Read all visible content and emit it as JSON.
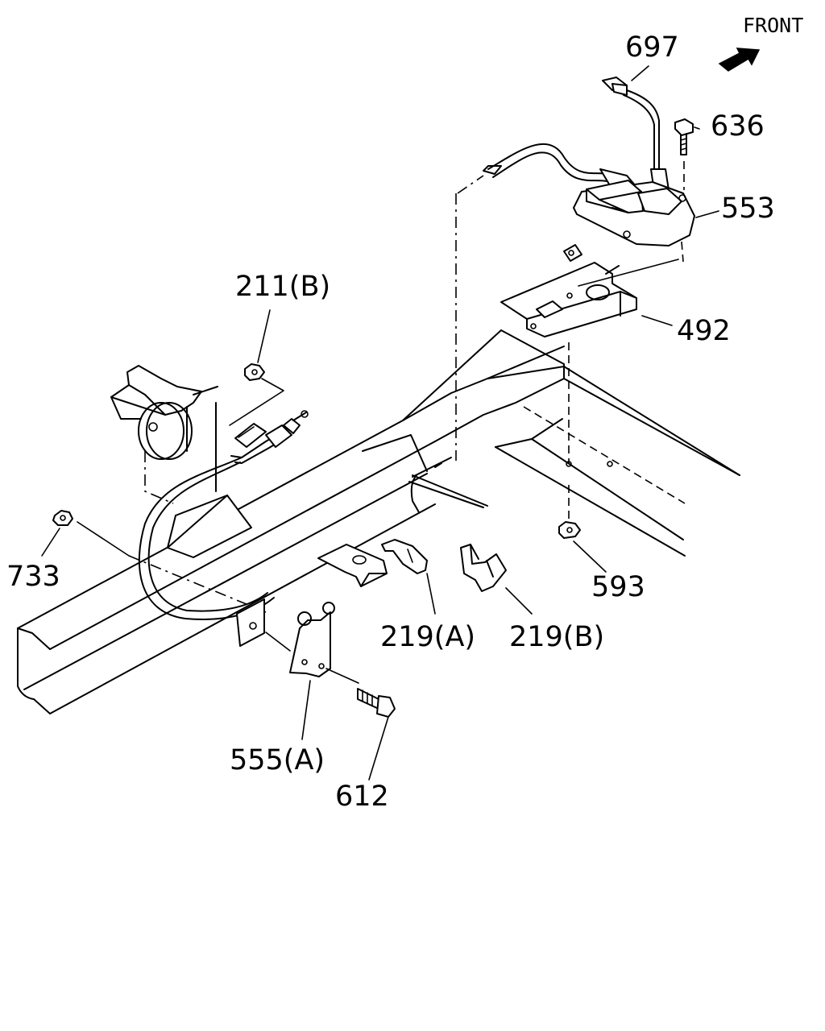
{
  "diagram": {
    "direction_label": "FRONT",
    "parts": [
      {
        "id": "697",
        "label": "697"
      },
      {
        "id": "636",
        "label": "636"
      },
      {
        "id": "553",
        "label": "553"
      },
      {
        "id": "492",
        "label": "492"
      },
      {
        "id": "211B",
        "label": "211(B)"
      },
      {
        "id": "733",
        "label": "733"
      },
      {
        "id": "593",
        "label": "593"
      },
      {
        "id": "219A",
        "label": "219(A)"
      },
      {
        "id": "219B",
        "label": "219(B)"
      },
      {
        "id": "555A",
        "label": "555(A)"
      },
      {
        "id": "612",
        "label": "612"
      }
    ]
  }
}
